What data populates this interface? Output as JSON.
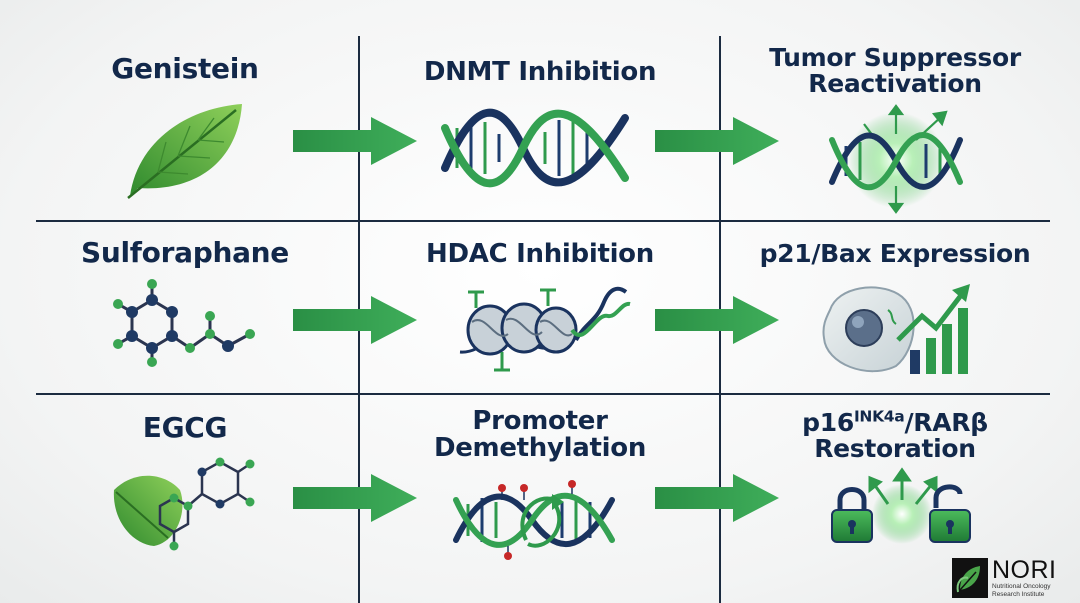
{
  "rows": [
    {
      "agent": "Genistein",
      "mechanism": "DNMT Inhibition",
      "outcome_line1": "Tumor Suppressor",
      "outcome_line2": "Reactivation",
      "agent_icon": "leaf-icon",
      "mechanism_icon": "dna-helix-icon",
      "outcome_icon": "glowing-dna-icon"
    },
    {
      "agent": "Sulforaphane",
      "mechanism": "HDAC Inhibition",
      "outcome": "p21/Bax Expression",
      "agent_icon": "molecule-icon",
      "mechanism_icon": "nucleosome-icon",
      "outcome_icon": "cell-growth-chart-icon"
    },
    {
      "agent": "EGCG",
      "mechanism_line1": "Promoter",
      "mechanism_line2": "Demethylation",
      "outcome_base": "p16",
      "outcome_sup": "INK4a",
      "outcome_rest": "/RARβ",
      "outcome_line2": "Restoration",
      "agent_icon": "leaf-molecule-icon",
      "mechanism_icon": "demethylation-dna-icon",
      "outcome_icon": "unlock-icon"
    }
  ],
  "logo": {
    "name": "NORI",
    "subtitle": "Nutritional Oncology Research Institute"
  },
  "colors": {
    "navy": "#12284a",
    "green": "#2e9a4c",
    "green_light": "#5cc26b",
    "grid": "#1b2b40"
  }
}
